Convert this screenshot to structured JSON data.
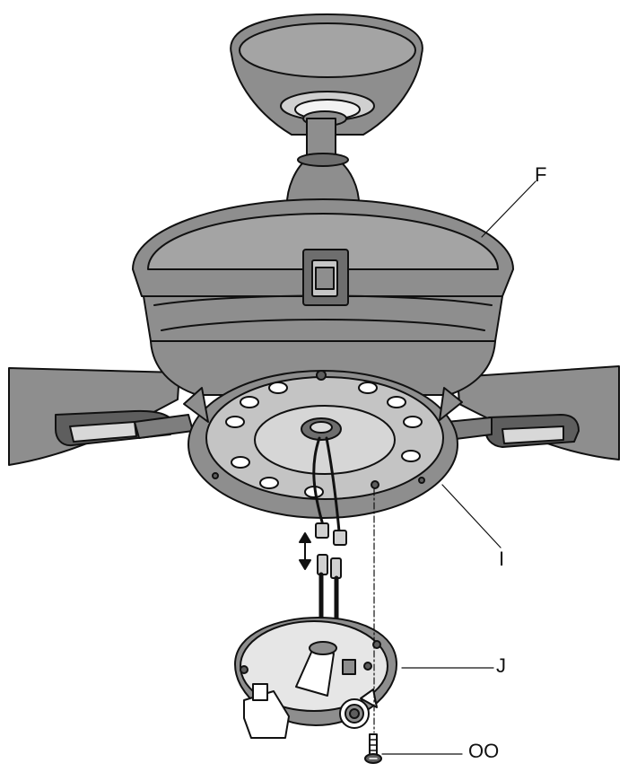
{
  "callouts": {
    "F": "F",
    "I": "I",
    "J": "J",
    "OO": "OO"
  },
  "colors": {
    "ink": "#111111",
    "body_fill": "#8e8e8e",
    "dark_fill": "#5e5e5e",
    "light_fill": "#e6e6e6",
    "white": "#ffffff"
  }
}
